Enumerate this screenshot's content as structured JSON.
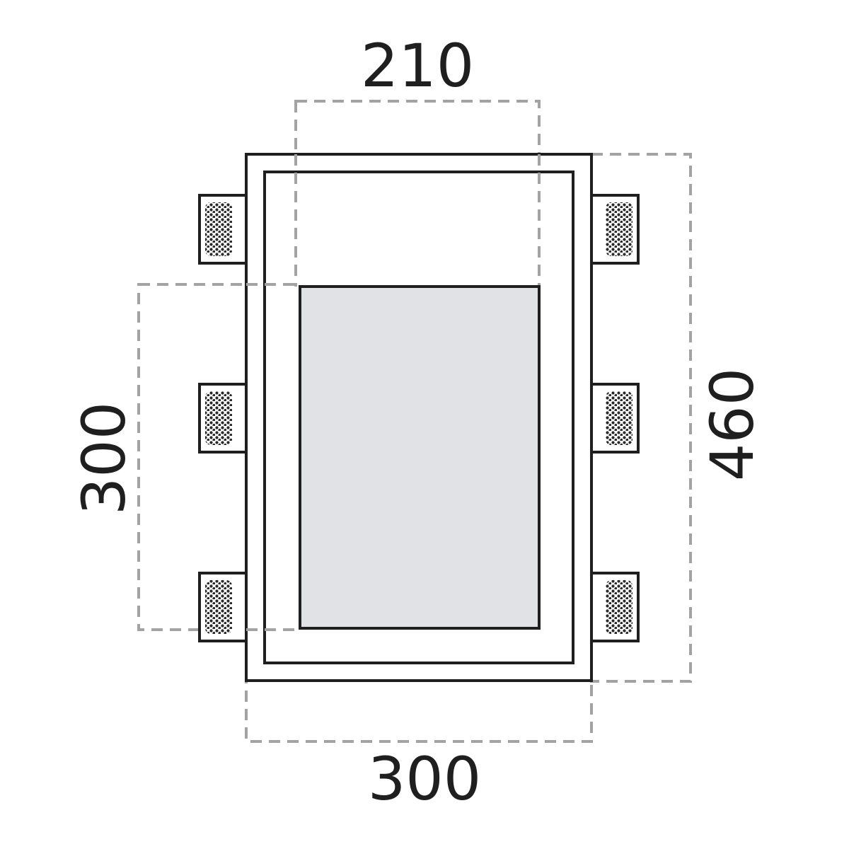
{
  "dimensions": {
    "top_width": "210",
    "left_height": "300",
    "right_height": "460",
    "bottom_width": "300"
  },
  "colors": {
    "line": "#1f1f1f",
    "dimension_line": "#a3a3a3",
    "lens_fill": "#e1e2e5",
    "background": "#ffffff"
  }
}
